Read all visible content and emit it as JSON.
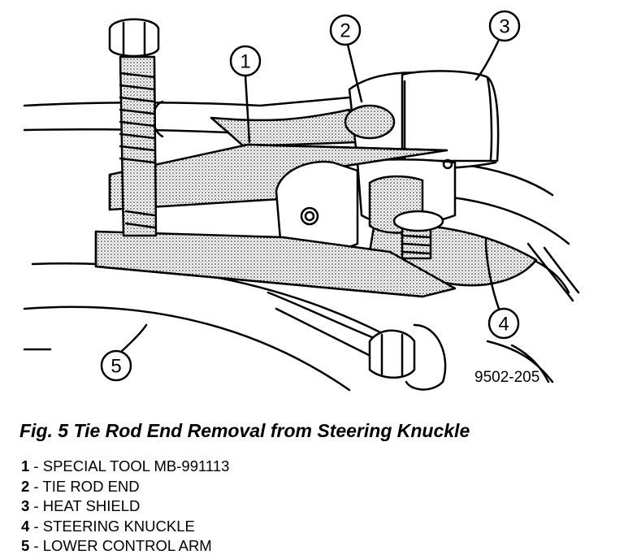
{
  "figure": {
    "drawing_code": "9502-205",
    "caption": "Fig. 5 Tie Rod End Removal from Steering Knuckle"
  },
  "callouts": [
    "1",
    "2",
    "3",
    "4",
    "5"
  ],
  "legend": [
    {
      "num": "1",
      "sep": " - ",
      "text": "SPECIAL TOOL MB-991113"
    },
    {
      "num": "2",
      "sep": " - ",
      "text": "TIE ROD END"
    },
    {
      "num": "3",
      "sep": " - ",
      "text": "HEAT SHIELD"
    },
    {
      "num": "4",
      "sep": " - ",
      "text": "STEERING KNUCKLE"
    },
    {
      "num": "5",
      "sep": " - ",
      "text": "LOWER CONTROL ARM"
    }
  ]
}
